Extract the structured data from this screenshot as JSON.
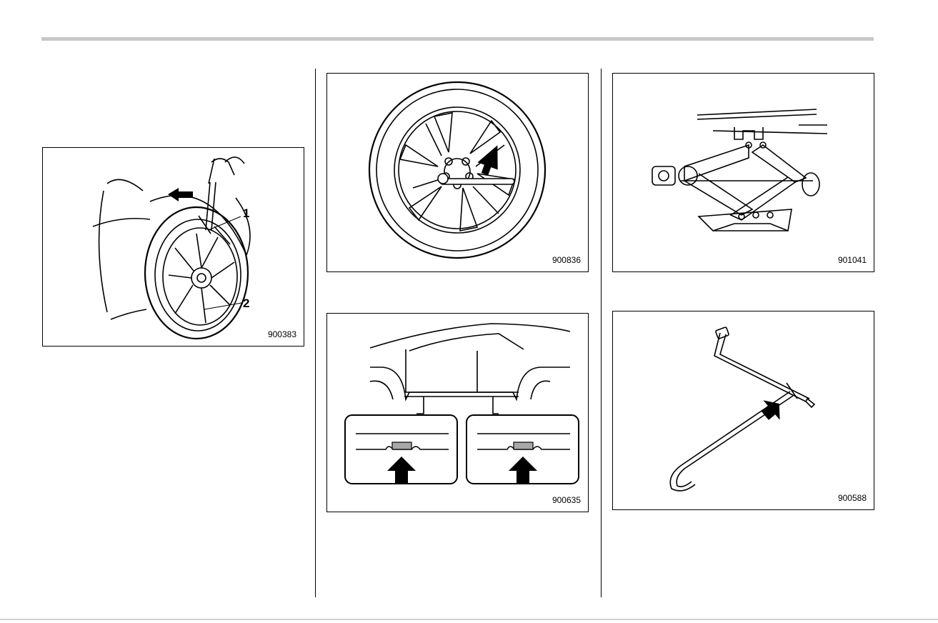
{
  "figures": {
    "wheel_removal": {
      "code": "900383",
      "callouts": [
        "1",
        "2"
      ]
    },
    "spare_wheel": {
      "code": "900836"
    },
    "scissor_jack": {
      "code": "901041"
    },
    "jack_points": {
      "code": "900635"
    },
    "jack_handle": {
      "code": "900588"
    }
  },
  "colors": {
    "line": "#000000",
    "arrow": "#000000",
    "highlight": "#a8a8a8",
    "rule": "#c8c8c8"
  }
}
